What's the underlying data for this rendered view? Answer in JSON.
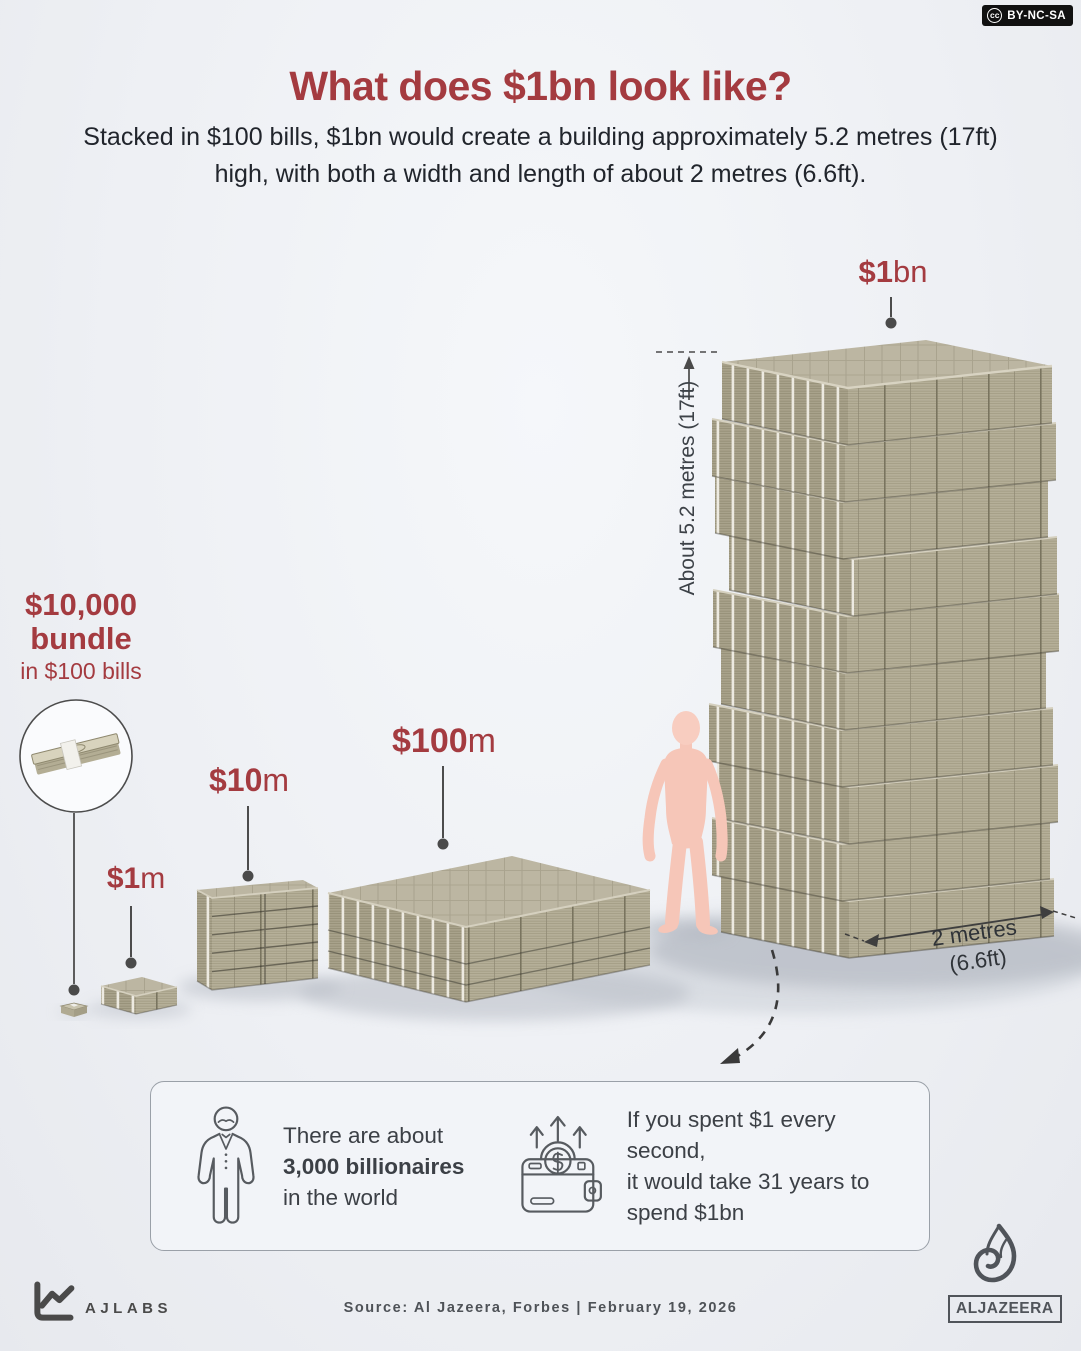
{
  "colors": {
    "accent": "#a43b40",
    "ink": "#21252c",
    "money_face": "#b5af98",
    "person": "#f6c6b8"
  },
  "license_badge": {
    "cc": "cc",
    "label": "BY-NC-SA"
  },
  "header": {
    "title": "What does $1bn look like?",
    "subtitle": "Stacked in $100 bills, $1bn would create a building approximately 5.2 metres (17ft) high, with both a width and length of about 2 metres (6.6ft)."
  },
  "scene": {
    "bundle_label": {
      "line1": "$10,000",
      "line2": "bundle",
      "line3": "in $100 bills"
    },
    "stack_1m": {
      "bold": "$1",
      "rest": "m"
    },
    "stack_10m": {
      "bold": "$10",
      "rest": "m"
    },
    "stack_100m": {
      "bold": "$100",
      "rest": "m"
    },
    "stack_1bn": {
      "bold": "$1",
      "rest": "bn"
    },
    "height_measure": "About 5.2 metres (17ft)",
    "width_measure_line1": "2 metres",
    "width_measure_line2": "(6.6ft)"
  },
  "facts": {
    "billionaires": {
      "line1": "There are about",
      "line2": "3,000 billionaires",
      "line3": "in the world"
    },
    "spending": {
      "line1": "If you spent $1 every second,",
      "line2": "it would take 31 years to",
      "line3": "spend $1bn"
    }
  },
  "footer": {
    "ajlabs": "AJLABS",
    "source": "Source:  Al Jazeera, Forbes | February 19, 2026",
    "aljazeera": "ALJAZEERA"
  }
}
